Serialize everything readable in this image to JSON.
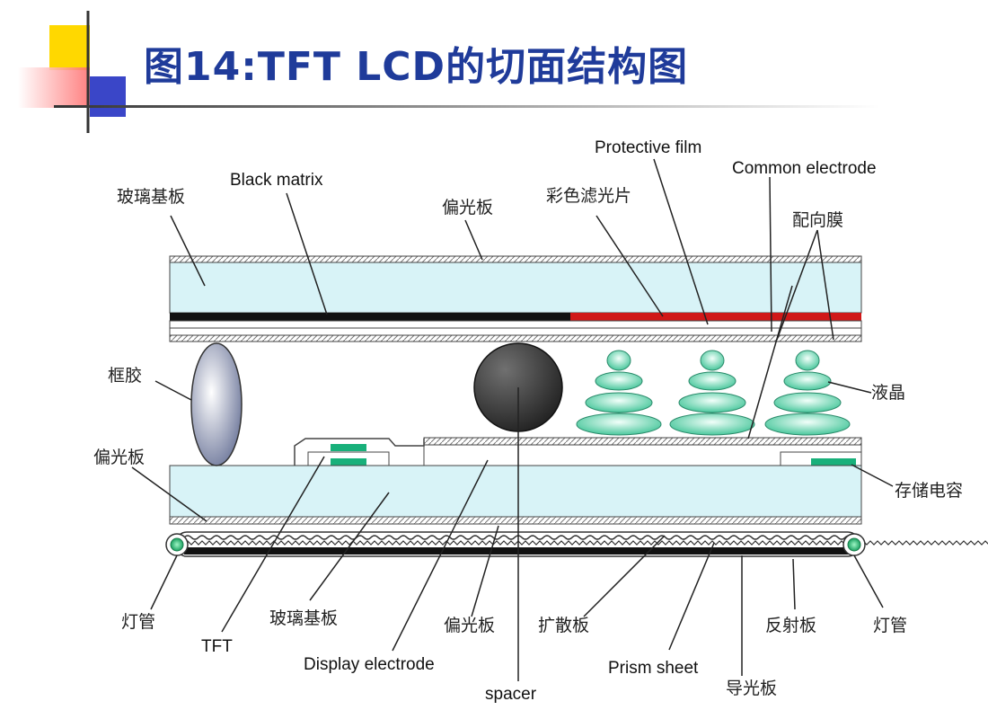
{
  "title": "图14:TFT LCD的切面结构图",
  "labels": {
    "protective_film": "Protective film",
    "common_electrode": "Common electrode",
    "black_matrix": "Black matrix",
    "glass_substrate_top": "玻璃基板",
    "polarizer_top": "偏光板",
    "color_filter": "彩色滤光片",
    "alignment_film": "配向膜",
    "sealant": "框胶",
    "liquid_crystal": "液晶",
    "polarizer_bottom": "偏光板",
    "storage_capacitor": "存储电容",
    "lamp_left": "灯管",
    "tft": "TFT",
    "glass_substrate_bottom": "玻璃基板",
    "display_electrode": "Display electrode",
    "polarizer_lower": "偏光板",
    "spacer": "spacer",
    "diffuser": "扩散板",
    "prism_sheet": "Prism sheet",
    "reflector": "反射板",
    "lamp_right": "灯管",
    "light_guide": "导光板"
  },
  "colors": {
    "title": "#1f3b9a",
    "glass": "#d8f3f7",
    "black_matrix": "#111111",
    "color_filter": "#d01818",
    "liquid_crystal": "#7fe0c0",
    "tft": "#18b07a",
    "spacer": "#3a3a3a",
    "logo_yellow": "#ffd800",
    "logo_red": "#ff6a6a",
    "logo_blue": "#3a46c8"
  }
}
